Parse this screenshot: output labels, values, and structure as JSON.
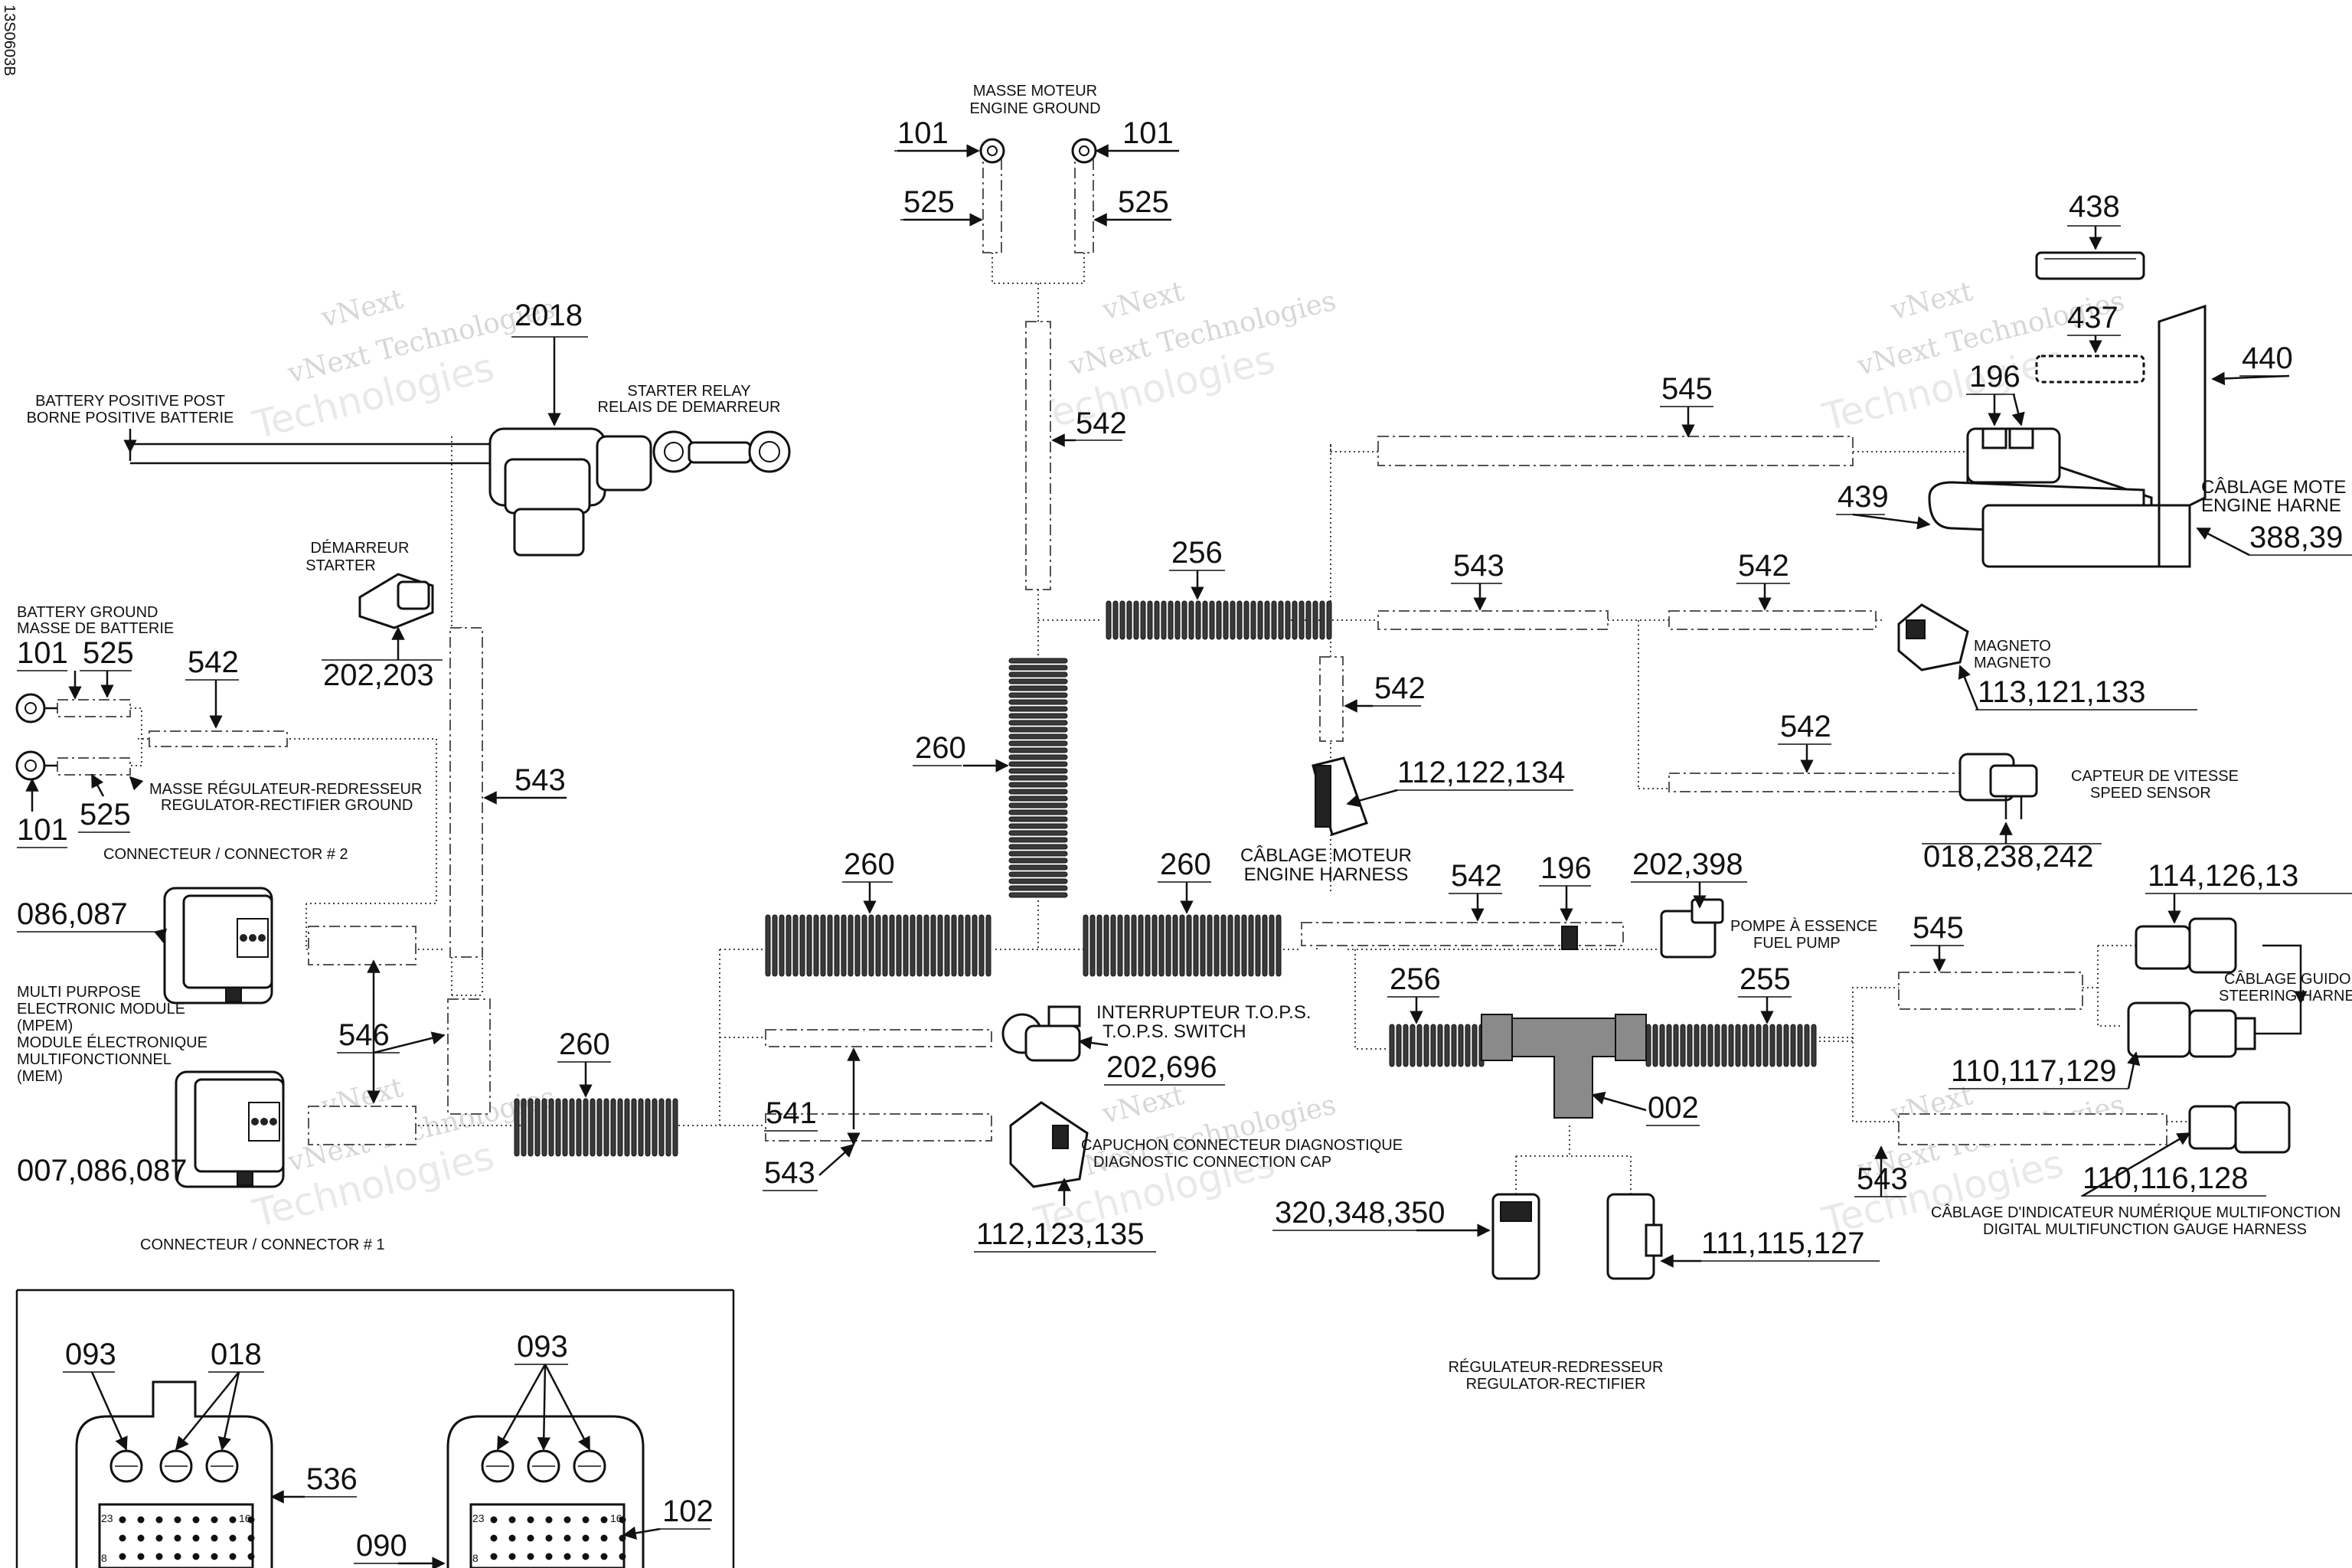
{
  "drawing_id": "13S0603b",
  "captions": {
    "engine_ground_fr": "MASSE MOTEUR",
    "engine_ground_en": "ENGINE GROUND",
    "starter_relay_en": "STARTER RELAY",
    "starter_relay_fr": "RELAIS DE DEMARREUR",
    "battery_pos_en": "BATTERY POSITIVE POST",
    "battery_pos_fr": "BORNE POSITIVE BATTERIE",
    "starter_fr": "DÉMARREUR",
    "starter_en": "STARTER",
    "battery_ground_en": "BATTERY GROUND",
    "battery_ground_fr": "MASSE DE BATTERIE",
    "reg_ground_fr": "MASSE RÉGULATEUR-REDRESSEUR",
    "reg_ground_en": "REGULATOR-RECTIFIER GROUND",
    "connector2": "CONNECTEUR / CONNECTOR # 2",
    "mpem_1": "MULTI PURPOSE",
    "mpem_2": "ELECTRONIC MODULE",
    "mpem_3": "(MPEM)",
    "mpem_4": "MODULE ÉLECTRONIQUE",
    "mpem_5": "MULTIFONCTIONNEL",
    "mpem_6": "(MEM)",
    "connector1": "CONNECTEUR / CONNECTOR # 1",
    "magneto_fr": "MAGNETO",
    "magneto_en": "MAGNETO",
    "engine_harness_fr_r": "CÂBLAGE MOTE",
    "engine_harness_en_r": "ENGINE HARNE",
    "engine_harness_fr": "CÂBLAGE MOTEUR",
    "engine_harness_en": "ENGINE HARNESS",
    "speed_sensor_fr": "CAPTEUR DE VITESSE",
    "speed_sensor_en": "SPEED SENSOR",
    "fuel_pump_fr": "POMPE À ESSENCE",
    "fuel_pump_en": "FUEL PUMP",
    "tops_fr": "INTERRUPTEUR T.O.P.S.",
    "tops_en": "T.O.P.S. SWITCH",
    "diag_fr": "CAPUCHON CONNECTEUR DIAGNOSTIQUE",
    "diag_en": "DIAGNOSTIC CONNECTION CAP",
    "steering_fr": "CÂBLAGE GUIDO",
    "steering_en": "STEERING HARNE",
    "gauge_fr": "CÂBLAGE D'INDICATEUR NUMÉRIQUE MULTIFONCTION",
    "gauge_en": "DIGITAL MULTIFUNCTION GAUGE HARNESS",
    "regulator_fr": "RÉGULATEUR-REDRESSEUR",
    "regulator_en": "REGULATOR-RECTIFIER"
  },
  "callouts": {
    "c101_a": "101",
    "c101_b": "101",
    "c525_a": "525",
    "c525_b": "525",
    "c2018": "2018",
    "c542_top": "542",
    "c438": "438",
    "c437": "437",
    "c440": "440",
    "c196_top": "196",
    "c545_top": "545",
    "c439": "439",
    "c388": "388,39",
    "c256_top": "256",
    "c543_mid": "543",
    "c542_mid": "542",
    "c113": "113,121,133",
    "c542_small": "542",
    "c112_122": "112,122,134",
    "c542_speed": "542",
    "c018_238": "018,238,242",
    "c260_v": "260",
    "c202_203": "202,203",
    "c101_l1": "101",
    "c525_l1": "525",
    "c542_l": "542",
    "c101_l2": "101",
    "c525_l2": "525",
    "c543_l": "543",
    "c086": "086,087",
    "c546": "546",
    "c007": "007,086,087",
    "c260_l": "260",
    "c260_m": "260",
    "c260_bot": "260",
    "c542_fuel": "542",
    "c196_fuel": "196",
    "c202_398": "202,398",
    "c541": "541",
    "c202_696": "202,696",
    "c543_b": "543",
    "c112_123": "112,123,135",
    "c256_b": "256",
    "c255": "255",
    "c002": "002",
    "c320": "320,348,350",
    "c111": "111,115,127",
    "c545_r": "545",
    "c114": "114,126,13",
    "c110_117": "110,117,129",
    "c543_r": "543",
    "c110_116": "110,116,128",
    "c093_a": "093",
    "c018_b": "018",
    "c536": "536",
    "c093_b": "093",
    "c090": "090",
    "c102": "102"
  },
  "pin_numbers": {
    "p23_a": "23",
    "p16_a": "16",
    "p23_b": "23",
    "p16_b": "16",
    "p8_a": "8",
    "p8_b": "8"
  },
  "watermark": {
    "line1": "vNext",
    "line2": "vNext Technologies",
    "line3": "Technologies"
  }
}
